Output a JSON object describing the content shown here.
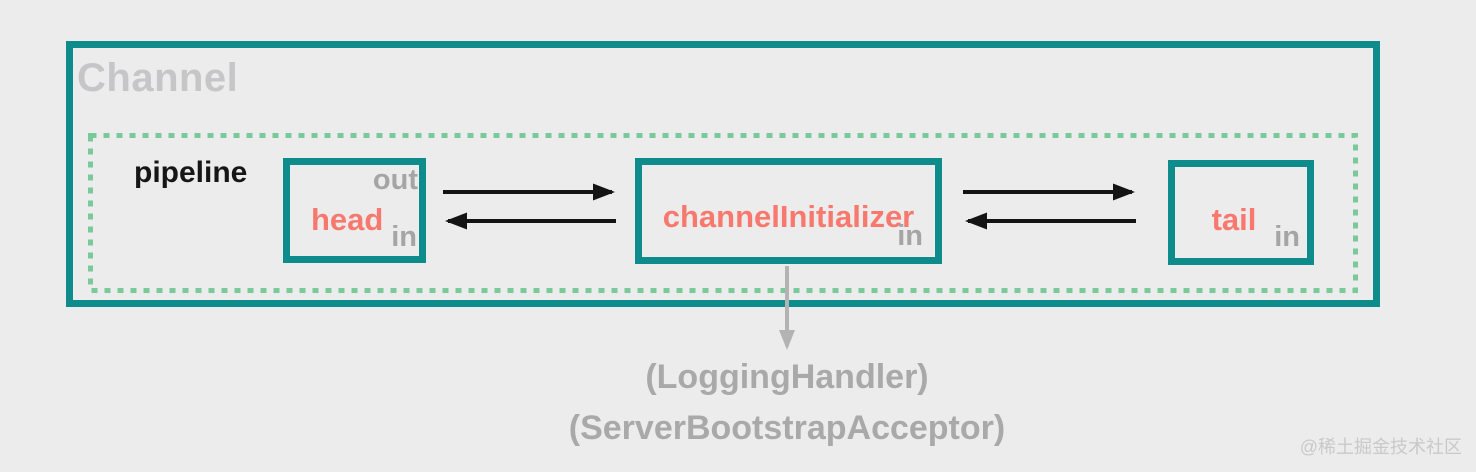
{
  "diagram": {
    "channel": {
      "label": "Channel"
    },
    "pipeline": {
      "label": "pipeline"
    },
    "nodes": {
      "head": {
        "label": "head",
        "out_label": "out",
        "in_label": "in"
      },
      "initializer": {
        "label": "channelInitializer",
        "in_label": "in"
      },
      "tail": {
        "label": "tail",
        "in_label": "in"
      }
    },
    "handlers_note": {
      "line1": "(LoggingHandler)",
      "line2": "(ServerBootstrapAcceptor)"
    },
    "watermark": "@稀土掘金技术社区",
    "colors": {
      "background": "#ececec",
      "border_teal": "#0e8c8c",
      "pipeline_green": "#79c99b",
      "node_salmon": "#f8786e",
      "dir_gray": "#a5a5a5",
      "channel_gray": "#c6c6c8",
      "pipeline_text": "#161616",
      "arrow_black": "#141414",
      "arrow_gray": "#b3b3b3",
      "annotation_gray": "#a9a9a9",
      "watermark_gray": "#c9c9c9"
    }
  }
}
